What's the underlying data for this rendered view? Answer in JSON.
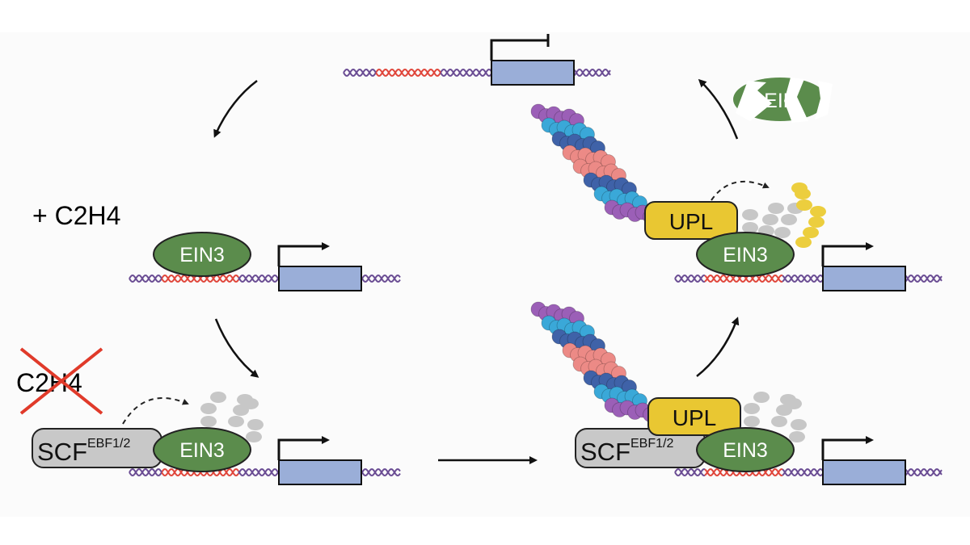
{
  "diagram": {
    "ethylene_added_label": "+ C2H4",
    "ethylene_removed_label": "C2H4",
    "transcription_factor_label": "EIN3",
    "degraded_factor_label": "EIN",
    "ligase_label": "UPL",
    "scf_label": "SCF",
    "scf_superscript": "EBF1/2"
  },
  "colors": {
    "ein3_green": "#5b8c4c",
    "upl_yellow": "#e9c732",
    "scf_gray": "#c8c8c8",
    "gene_box_blue": "#9aaed8",
    "dna_red": "#e0453a",
    "dna_purple": "#6a4c93",
    "cross_red": "#e03a2a",
    "ubiquitin_yellow": "#ecce3e",
    "ubiquitin_gray": "#c7c7c7",
    "proteasome_purple": "#9b5fb7",
    "proteasome_light_blue": "#3aa8d8",
    "proteasome_dark_blue": "#3f62a8",
    "proteasome_salmon": "#ec8a86"
  }
}
